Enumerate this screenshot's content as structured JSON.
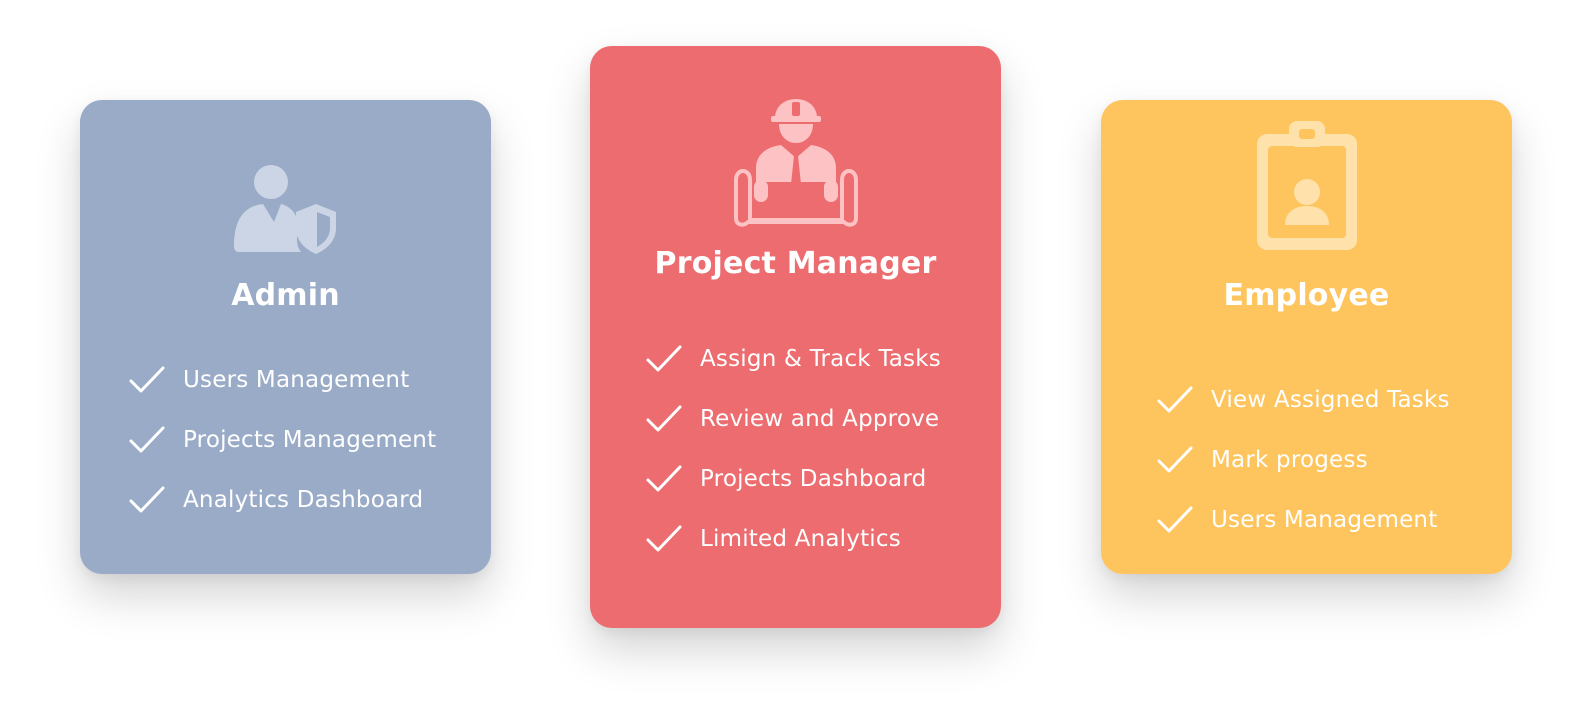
{
  "cards": [
    {
      "role": "Admin",
      "icon": "admin-shield-icon",
      "color": "#9aabc8",
      "features": [
        "Users Management",
        "Projects Management",
        "Analytics Dashboard"
      ]
    },
    {
      "role": "Project Manager",
      "icon": "engineer-helmet-icon",
      "color": "#ec6c6f",
      "features": [
        "Assign & Track Tasks",
        "Review and Approve",
        "Projects Dashboard",
        "Limited Analytics"
      ]
    },
    {
      "role": "Employee",
      "icon": "id-badge-icon",
      "color": "#fec55e",
      "features": [
        "View Assigned Tasks",
        "Mark progess",
        "Users Management"
      ]
    }
  ]
}
